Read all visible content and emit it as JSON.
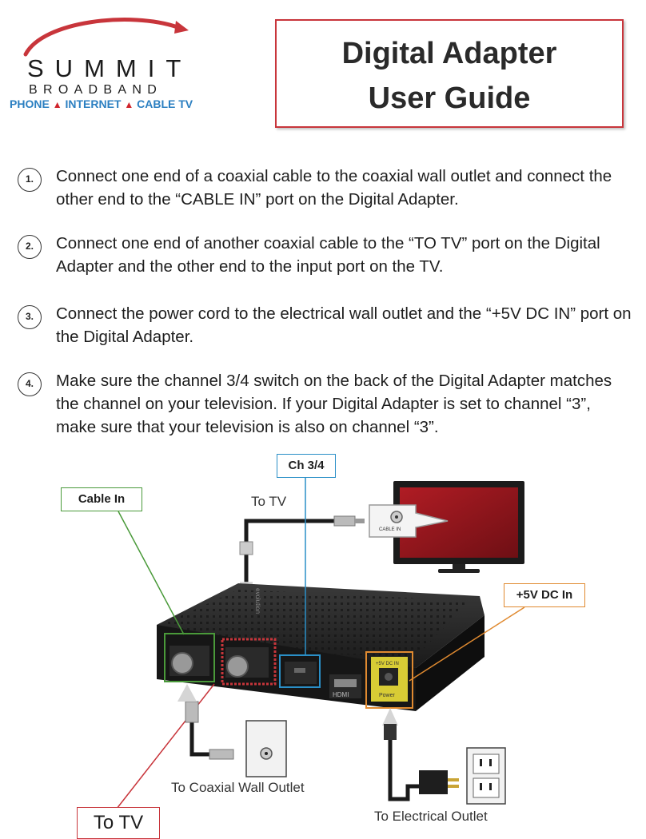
{
  "logo": {
    "word": "SUMMIT",
    "sub": "BROADBAND",
    "tagline": [
      "PHONE",
      "INTERNET",
      "CABLE TV"
    ],
    "arc_color": "#c8353b"
  },
  "title": {
    "line1": "Digital Adapter",
    "line2": "User Guide"
  },
  "steps": [
    {
      "num": "1.",
      "text": "Connect one end of a coaxial cable to the coaxial wall outlet and connect the other end to the “CABLE IN” port on the Digital Adapter."
    },
    {
      "num": "2.",
      "text": "Connect one end of another coaxial cable to the “TO TV” port on the Digital Adapter and the other end to the input port on the TV."
    },
    {
      "num": "3.",
      "text": "Connect the power cord to the electrical wall outlet and the “+5V DC IN” port on the Digital Adapter."
    },
    {
      "num": "4.",
      "text": "Make sure the channel 3/4 switch on the back of the Digital Adapter matches the channel on your television. If your Digital Adapter is set to channel “3”, make sure that your television is also on channel “3”."
    }
  ],
  "diagram": {
    "callouts": {
      "ch34": "Ch 3/4",
      "cable_in": "Cable In",
      "dc_in": "+5V DC In",
      "to_tv": "To TV"
    },
    "labels": {
      "to_tv_top": "To TV",
      "coax_outlet": "To Coaxial Wall Outlet",
      "electrical_outlet": "To Electrical Outlet",
      "tv_port": "CABLE IN",
      "box_brand": "evolution",
      "port_hdmi": "HDMI",
      "port_power": "Power",
      "port_dc": "+5V DC IN"
    },
    "colors": {
      "ch34": "#2a8fc7",
      "cable_in": "#4a9a3a",
      "dc_in": "#e08a30",
      "to_tv": "#c8353b"
    }
  }
}
